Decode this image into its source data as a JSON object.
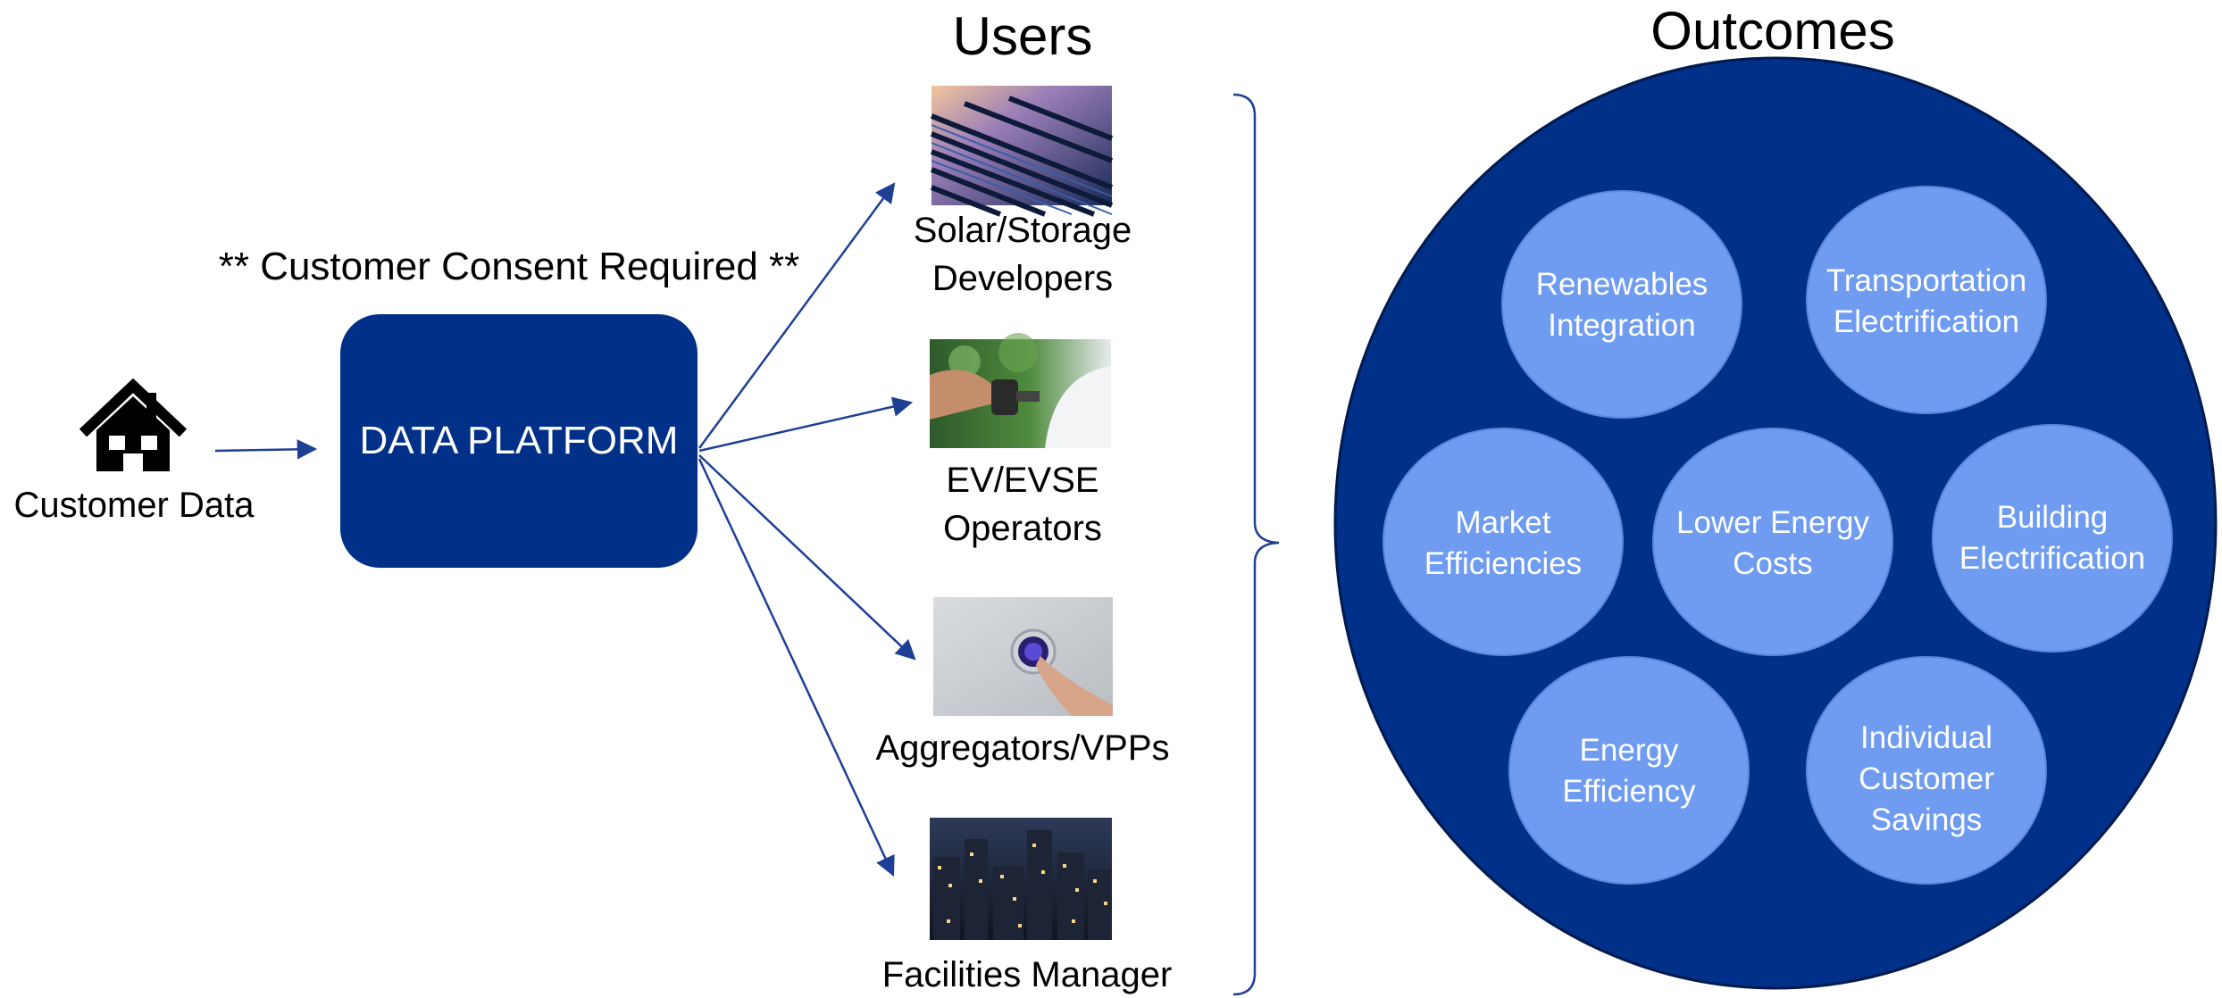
{
  "titles": {
    "users": "Users",
    "outcomes": "Outcomes"
  },
  "consent_note": "** Customer Consent Required **",
  "source": {
    "label": "Customer Data",
    "icon": "house-icon"
  },
  "platform": {
    "label": "DATA PLATFORM"
  },
  "users": [
    {
      "line1": "Solar/Storage",
      "line2": "Developers",
      "image": "solar-panels-photo"
    },
    {
      "line1": "EV/EVSE",
      "line2": "Operators",
      "image": "ev-charging-photo"
    },
    {
      "line1": "Aggregators/VPPs",
      "line2": "",
      "image": "smart-thermostat-photo"
    },
    {
      "line1": "Facilities Manager",
      "line2": "",
      "image": "city-night-photo"
    }
  ],
  "outcomes": [
    {
      "line1": "Renewables",
      "line2": "Integration",
      "line3": ""
    },
    {
      "line1": "Transportation",
      "line2": "Electrification",
      "line3": ""
    },
    {
      "line1": "Market",
      "line2": "Efficiencies",
      "line3": ""
    },
    {
      "line1": "Lower Energy",
      "line2": "Costs",
      "line3": ""
    },
    {
      "line1": "Building",
      "line2": "Electrification",
      "line3": ""
    },
    {
      "line1": "Energy",
      "line2": "Efficiency",
      "line3": ""
    },
    {
      "line1": "Individual",
      "line2": "Customer",
      "line3": "Savings"
    }
  ],
  "colors": {
    "dark_blue": "#003087",
    "light_blue": "#6f9bf0",
    "arrow": "#1f3f95"
  }
}
